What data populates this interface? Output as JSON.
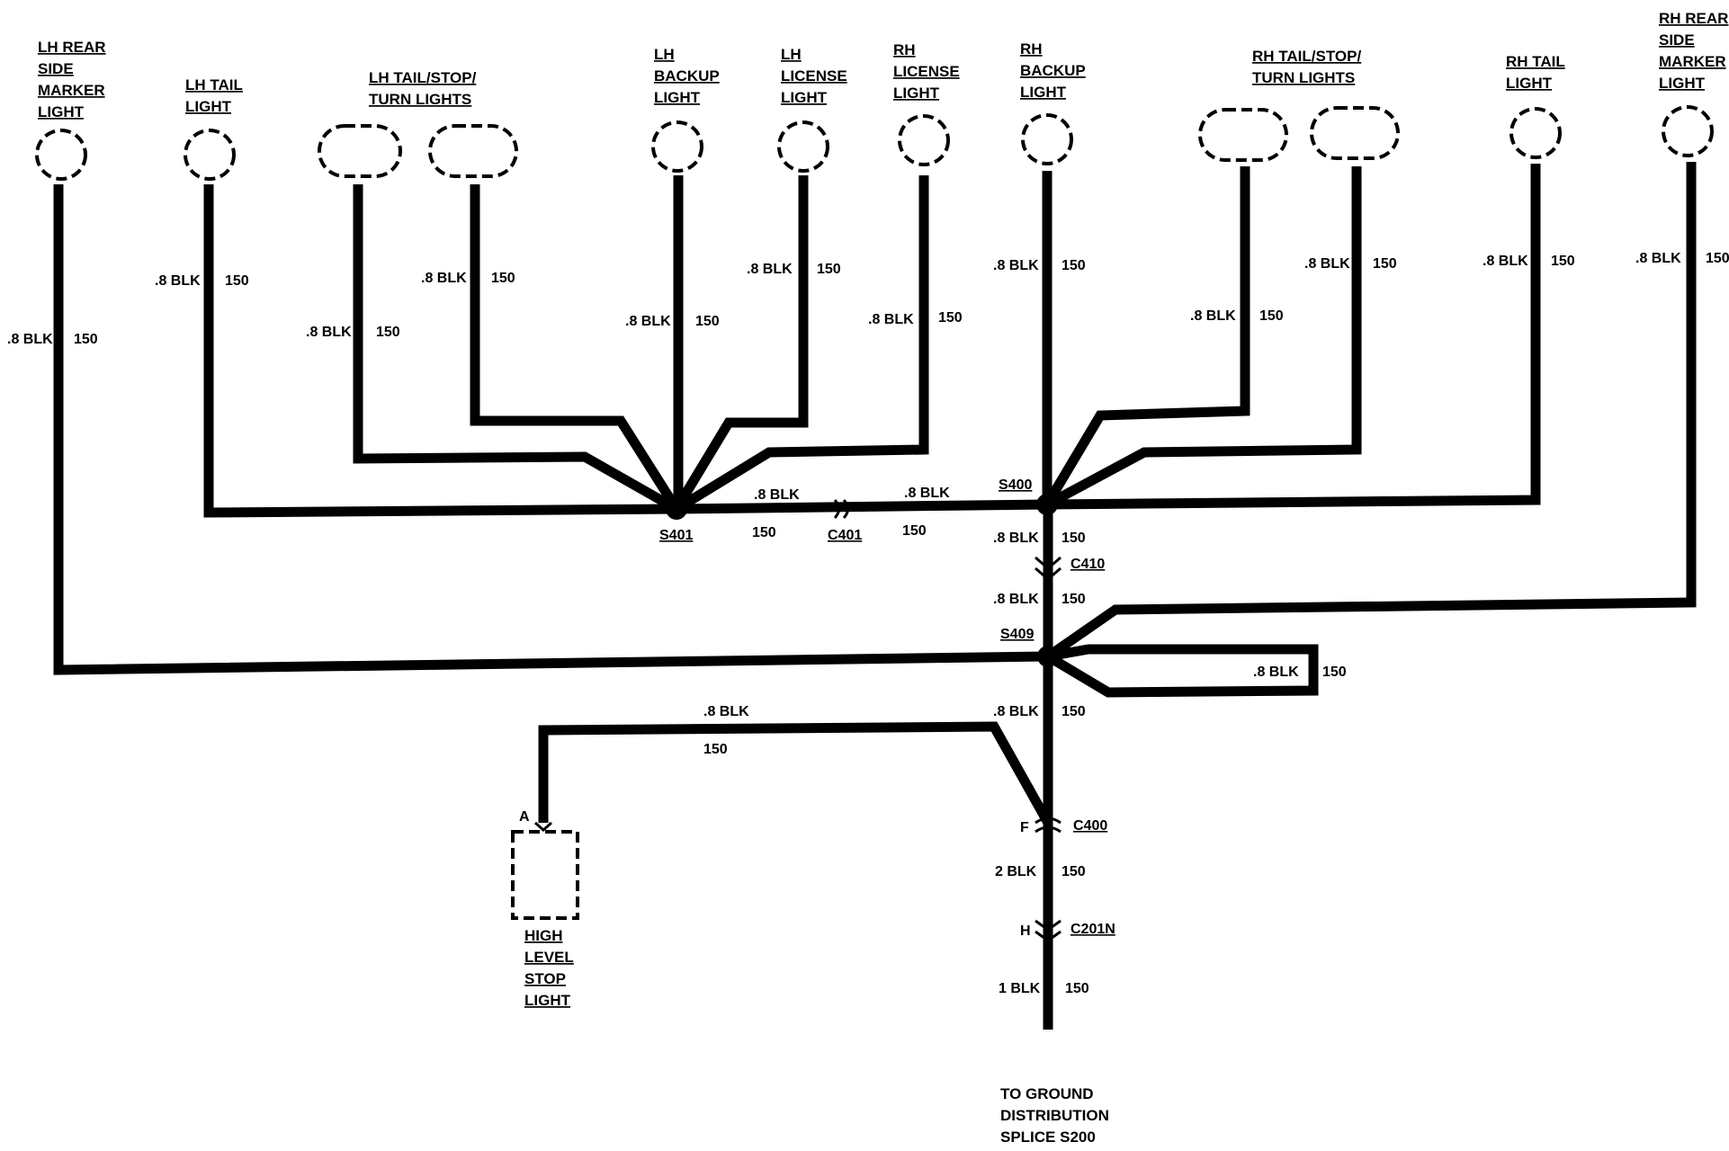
{
  "components": {
    "lh_rear_side_marker": [
      "LH REAR",
      "SIDE",
      "MARKER",
      "LIGHT"
    ],
    "lh_tail": [
      "LH TAIL",
      "LIGHT"
    ],
    "lh_tail_stop_turn": [
      "LH TAIL/STOP/",
      "TURN LIGHTS"
    ],
    "lh_backup": [
      "LH",
      "BACKUP",
      "LIGHT"
    ],
    "lh_license": [
      "LH",
      "LICENSE",
      "LIGHT"
    ],
    "rh_license": [
      "RH",
      "LICENSE",
      "LIGHT"
    ],
    "rh_backup": [
      "RH",
      "BACKUP",
      "LIGHT"
    ],
    "rh_tail_stop_turn": [
      "RH TAIL/STOP/",
      "TURN LIGHTS"
    ],
    "rh_tail": [
      "RH TAIL",
      "LIGHT"
    ],
    "rh_rear_side_marker": [
      "RH REAR",
      "SIDE",
      "MARKER",
      "LIGHT"
    ],
    "high_level_stop": [
      "HIGH",
      "LEVEL",
      "STOP",
      "LIGHT"
    ]
  },
  "splices": {
    "s401": "S401",
    "s400": "S400",
    "s409": "S409"
  },
  "connectors": {
    "c401": "C401",
    "c410": "C410",
    "c400": "C400",
    "c400_pin": "F",
    "c201n": "C201N",
    "c201n_pin": "H",
    "high_level_pin": "A"
  },
  "wires": {
    "blk_08": ".8 BLK",
    "blk_2": "2 BLK",
    "blk_1": "1 BLK",
    "circuit": "150"
  },
  "destination": [
    "TO GROUND",
    "DISTRIBUTION",
    "SPLICE S200"
  ]
}
